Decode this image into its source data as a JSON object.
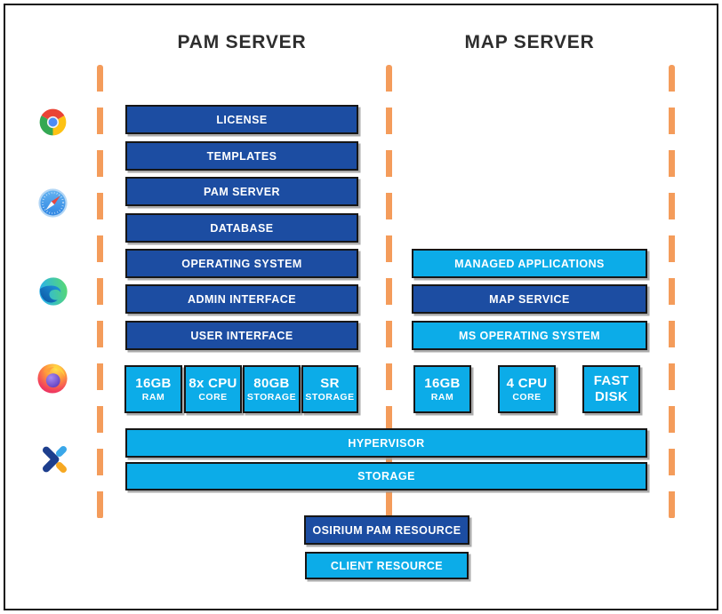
{
  "titles": {
    "pam": "PAM SERVER",
    "map": "MAP SERVER"
  },
  "colors": {
    "dark_blue": "#1C4DA2",
    "light_blue": "#0CACE8",
    "dash_orange": "#F49C5B",
    "box_border": "#161616",
    "title_text": "#2E2E2E",
    "label_text": "#FFFFFF"
  },
  "icons": [
    {
      "name": "chrome-icon"
    },
    {
      "name": "safari-icon"
    },
    {
      "name": "edge-icon"
    },
    {
      "name": "firefox-icon"
    },
    {
      "name": "osirium-logo-icon"
    }
  ],
  "pam_column": {
    "layers": [
      "LICENSE",
      "TEMPLATES",
      "PAM SERVER",
      "DATABASE",
      "OPERATING SYSTEM",
      "ADMIN INTERFACE",
      "USER INTERFACE"
    ],
    "hardware": [
      {
        "line1": "16GB",
        "line2": "RAM"
      },
      {
        "line1": "8x CPU",
        "line2": "CORE"
      },
      {
        "line1": "80GB",
        "line2": "STORAGE"
      },
      {
        "line1": "SR",
        "line2": "STORAGE"
      }
    ]
  },
  "map_column": {
    "layers": [
      {
        "label": "MANAGED APPLICATIONS",
        "variant": "light"
      },
      {
        "label": "MAP SERVICE",
        "variant": "dark"
      },
      {
        "label": "MS OPERATING SYSTEM",
        "variant": "light"
      }
    ],
    "hardware": [
      {
        "line1": "16GB",
        "line2": "RAM"
      },
      {
        "line1": "4 CPU",
        "line2": "CORE"
      },
      {
        "line1": "FAST",
        "line2": "DISK"
      }
    ]
  },
  "infrastructure": {
    "hypervisor": "HYPERVISOR",
    "storage": "STORAGE"
  },
  "resources": {
    "pam": "OSIRIUM PAM RESOURCE",
    "client": "CLIENT RESOURCE"
  }
}
